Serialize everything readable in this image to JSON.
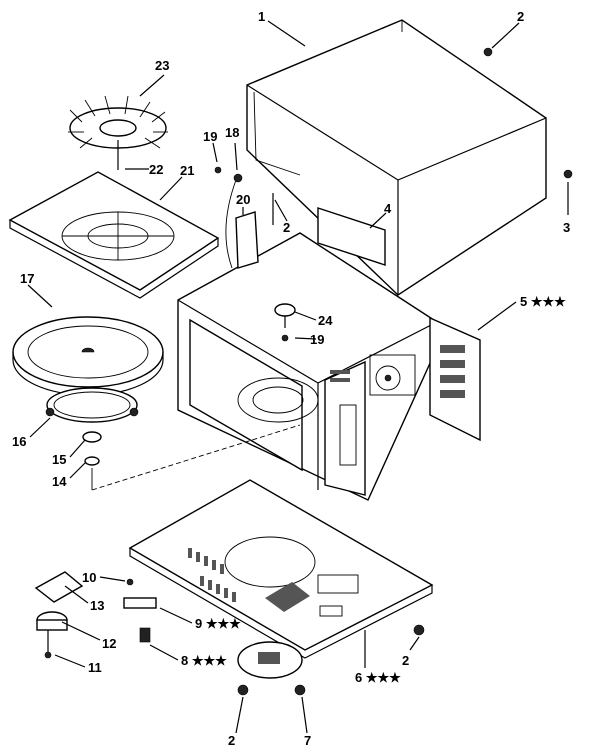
{
  "callouts": {
    "c1": "1",
    "c2_top": "2",
    "c3": "3",
    "c4": "4",
    "c5": "5 ★★★",
    "c2_mid": "2",
    "c23": "23",
    "c22": "22",
    "c21": "21",
    "c19_top": "19",
    "c18": "18",
    "c20": "20",
    "c17": "17",
    "c24": "24",
    "c19_mid": "19",
    "c16": "16",
    "c15": "15",
    "c14": "14",
    "c10": "10",
    "c13": "13",
    "c9": "9 ★★★",
    "c12": "12",
    "c8": "8 ★★★",
    "c11": "11",
    "c6": "6 ★★★",
    "c2_right": "2",
    "c2_bottom": "2",
    "c7": "7"
  }
}
